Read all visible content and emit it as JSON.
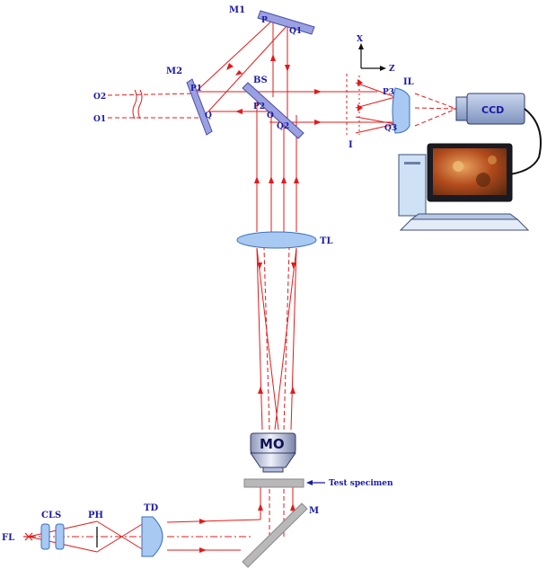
{
  "labels": {
    "m1": "M1",
    "m2": "M2",
    "bs": "BS",
    "p": "P",
    "q1": "Q1",
    "p1": "P1",
    "q": "Q",
    "p2": "P2",
    "o": "O",
    "q2": "Q2",
    "o2": "O2",
    "o1": "O1",
    "x_axis": "X",
    "z_axis": "Z",
    "il": "IL",
    "p3": "P3",
    "q3": "Q3",
    "i": "I",
    "ccd": "CCD",
    "tl": "TL",
    "mo": "MO",
    "test_specimen": "Test specimen",
    "m": "M",
    "fl": "FL",
    "cls": "CLS",
    "ph": "PH",
    "td": "TD"
  },
  "colors": {
    "beam": "#e21b1b",
    "label": "#1a1aa8",
    "mirror": "#9aa0e0",
    "lens": "#a7c9f2"
  },
  "icons": {
    "monitor": "computer-monitor-icon",
    "camera": "ccd-camera-icon"
  }
}
